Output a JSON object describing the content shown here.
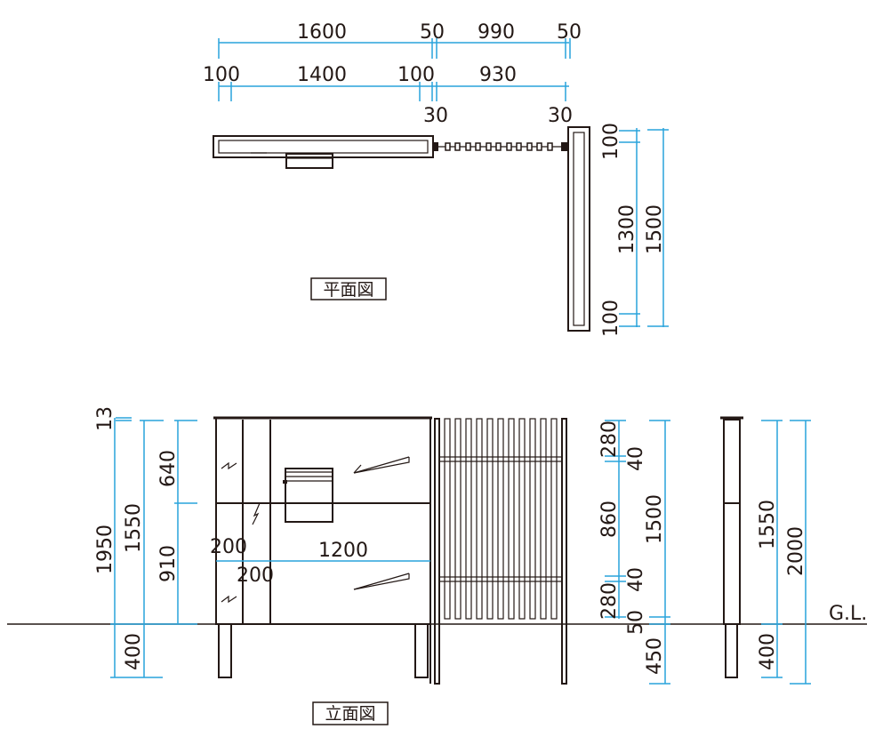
{
  "plan": {
    "caption": "平面図",
    "dims_top_row1": [
      "1600",
      "50",
      "990",
      "50"
    ],
    "dims_top_row2": [
      "100",
      "1400",
      "100",
      "930"
    ],
    "dims_top_row3": [
      "30",
      "30"
    ],
    "dims_right": [
      "100",
      "1300",
      "100",
      "1500"
    ]
  },
  "elevation": {
    "caption": "立面図",
    "ground_label": "G.L.",
    "dims_left": [
      "13",
      "1950",
      "1550",
      "640",
      "910",
      "400"
    ],
    "dims_inner": [
      "200",
      "1200",
      "200"
    ],
    "dims_right_screen": [
      "280",
      "40",
      "860",
      "40",
      "280",
      "1500",
      "50",
      "450"
    ],
    "dims_side": [
      "1550",
      "2000",
      "400"
    ]
  },
  "colors": {
    "dimension": "#29a3dc",
    "object": "#231815"
  }
}
